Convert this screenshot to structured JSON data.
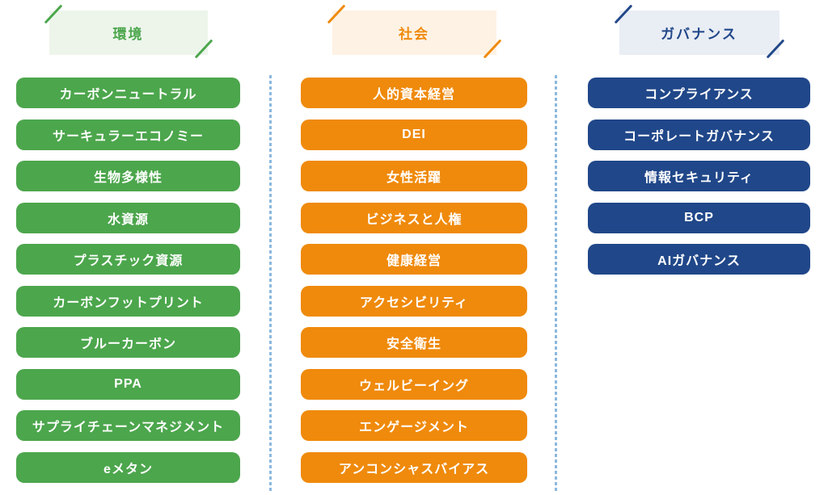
{
  "columns": [
    {
      "id": "environment",
      "header": "環境",
      "accent": "#4CA64C",
      "header_bg": "#EDF5EB",
      "items": [
        "カーボンニュートラル",
        "サーキュラーエコノミー",
        "生物多様性",
        "水資源",
        "プラスチック資源",
        "カーボンフットプリント",
        "ブルーカーボン",
        "PPA",
        "サプライチェーンマネジメント",
        "eメタン"
      ]
    },
    {
      "id": "social",
      "header": "社会",
      "accent": "#EF8A0C",
      "header_bg": "#FDF2E4",
      "items": [
        "人的資本経営",
        "DEI",
        "女性活躍",
        "ビジネスと人権",
        "健康経営",
        "アクセシビリティ",
        "安全衛生",
        "ウェルビーイング",
        "エンゲージメント",
        "アンコンシャスバイアス"
      ]
    },
    {
      "id": "governance",
      "header": "ガバナンス",
      "accent": "#204789",
      "header_bg": "#E9EDF4",
      "items": [
        "コンプライアンス",
        "コーポレートガバナンス",
        "情報セキュリティ",
        "BCP",
        "AIガバナンス"
      ]
    }
  ],
  "decorations": {
    "header_slash_icon": "diagonal-slash",
    "divider_style": "dotted-vertical-line"
  },
  "colors": {
    "background": "#FFFFFF",
    "pill_text": "#FFFFFF",
    "divider": "#8BB8DE"
  }
}
